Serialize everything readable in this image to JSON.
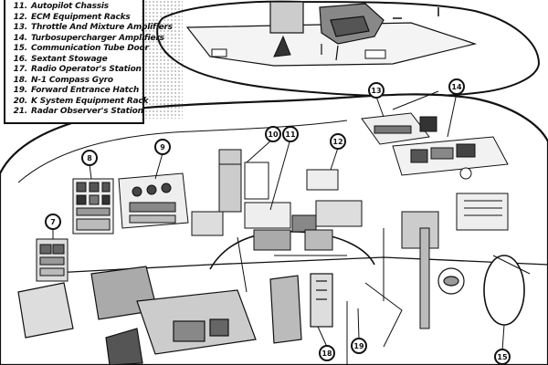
{
  "legend": {
    "items": [
      {
        "num": "11.",
        "text": "Autopilot Chassis"
      },
      {
        "num": "12.",
        "text": "ECM Equipment Racks"
      },
      {
        "num": "13.",
        "text": "Throttle And Mixture Amplifiers"
      },
      {
        "num": "14.",
        "text": "Turbosupercharger Amplifiers"
      },
      {
        "num": "15.",
        "text": "Communication Tube Door"
      },
      {
        "num": "16.",
        "text": "Sextant Stowage"
      },
      {
        "num": "17.",
        "text": "Radio Operator's Station"
      },
      {
        "num": "18.",
        "text": "N-1 Compass Gyro"
      },
      {
        "num": "19.",
        "text": "Forward Entrance Hatch"
      },
      {
        "num": "20.",
        "text": "K System Equipment Rack"
      },
      {
        "num": "21.",
        "text": "Radar Observer's Station"
      }
    ]
  },
  "callouts": {
    "c7": "7",
    "c8": "8",
    "c9": "9",
    "c10_11": "10",
    "c11": "11",
    "c12": "12",
    "c13": "13",
    "c14": "14",
    "c15": "15",
    "c18": "18",
    "c19": "19"
  }
}
